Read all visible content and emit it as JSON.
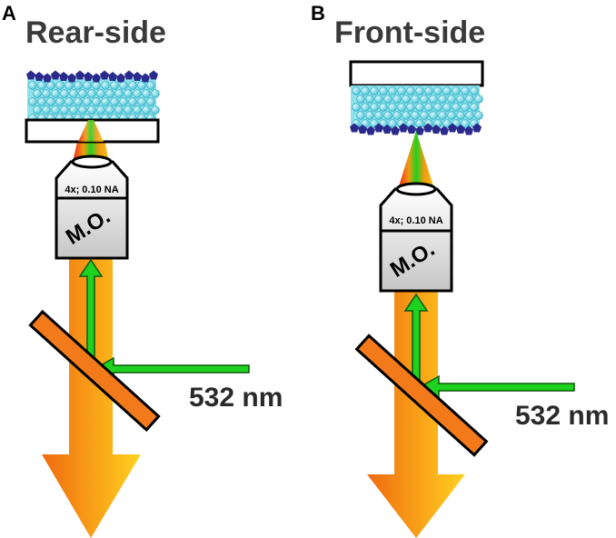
{
  "colors": {
    "beam_orange": "#f07a10",
    "beam_yellow": "#ffd21f",
    "laser_green": "#1fd21f",
    "bead_cyan": "#6ed8e6",
    "particle_navy": "#2a2a8c",
    "objective_gray": "#d8d8d8",
    "mirror_orange": "#f27a1a"
  },
  "icons": [
    "bead-layer-icon",
    "microscope-objective-icon",
    "dichroic-mirror-icon",
    "laser-arrow-icon"
  ],
  "panels": [
    {
      "letter": "A",
      "title": "Rear-side",
      "objective": {
        "spec": "4x; 0.10 NA",
        "label": "M.O."
      },
      "laser_label": "532 nm"
    },
    {
      "letter": "B",
      "title": "Front-side",
      "objective": {
        "spec": "4x; 0.10 NA",
        "label": "M.O."
      },
      "laser_label": "532 nm"
    }
  ]
}
